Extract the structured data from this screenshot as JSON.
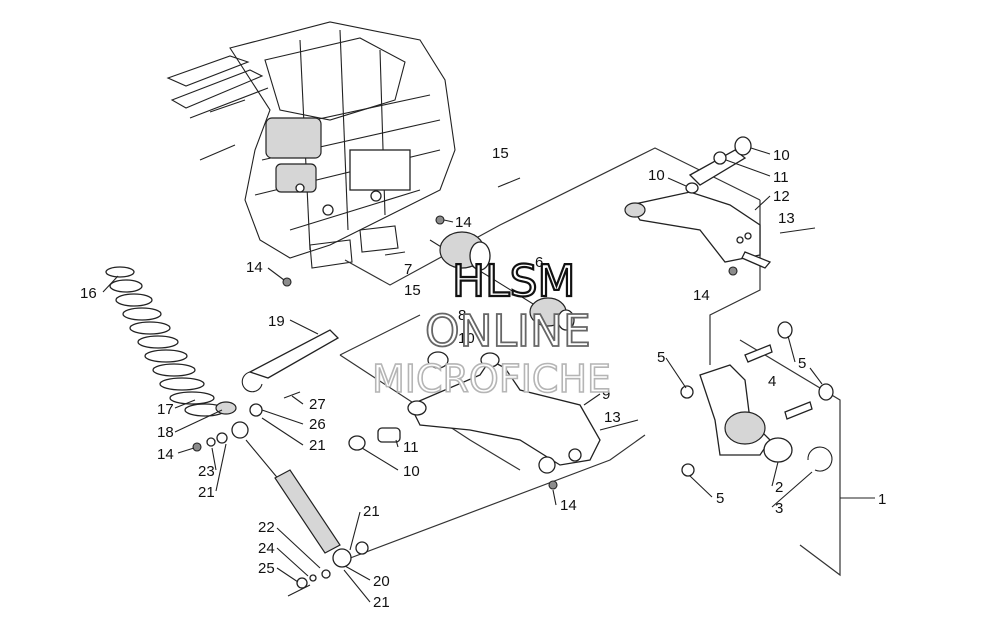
{
  "watermark": {
    "line1": "HLSM",
    "line2": "ONLINE",
    "line3": "MICROFICHE"
  },
  "callouts": [
    {
      "id": "c15a",
      "label": "15"
    },
    {
      "id": "c10a",
      "label": "10"
    },
    {
      "id": "c11a",
      "label": "11"
    },
    {
      "id": "c10b",
      "label": "10"
    },
    {
      "id": "c12",
      "label": "12"
    },
    {
      "id": "c13a",
      "label": "13"
    },
    {
      "id": "c14a",
      "label": "14"
    },
    {
      "id": "c14b",
      "label": "14"
    },
    {
      "id": "c7",
      "label": "7"
    },
    {
      "id": "c15b",
      "label": "15"
    },
    {
      "id": "c6",
      "label": "6"
    },
    {
      "id": "c8",
      "label": "8"
    },
    {
      "id": "c10c",
      "label": "10"
    },
    {
      "id": "c14c",
      "label": "14"
    },
    {
      "id": "c16",
      "label": "16"
    },
    {
      "id": "c19",
      "label": "19"
    },
    {
      "id": "c5a",
      "label": "5"
    },
    {
      "id": "c5b",
      "label": "5"
    },
    {
      "id": "c4",
      "label": "4"
    },
    {
      "id": "c9",
      "label": "9"
    },
    {
      "id": "c13b",
      "label": "13"
    },
    {
      "id": "c11b",
      "label": "11"
    },
    {
      "id": "c10d",
      "label": "10"
    },
    {
      "id": "c17",
      "label": "17"
    },
    {
      "id": "c18",
      "label": "18"
    },
    {
      "id": "c27",
      "label": "27"
    },
    {
      "id": "c26",
      "label": "26"
    },
    {
      "id": "c21a",
      "label": "21"
    },
    {
      "id": "c14d",
      "label": "14"
    },
    {
      "id": "c23",
      "label": "23"
    },
    {
      "id": "c21b",
      "label": "21"
    },
    {
      "id": "c14e",
      "label": "14"
    },
    {
      "id": "c5c",
      "label": "5"
    },
    {
      "id": "c2",
      "label": "2"
    },
    {
      "id": "c3",
      "label": "3"
    },
    {
      "id": "c1",
      "label": "1"
    },
    {
      "id": "c21c",
      "label": "21"
    },
    {
      "id": "c22",
      "label": "22"
    },
    {
      "id": "c24",
      "label": "24"
    },
    {
      "id": "c25",
      "label": "25"
    },
    {
      "id": "c20",
      "label": "20"
    },
    {
      "id": "c21d",
      "label": "21"
    }
  ]
}
